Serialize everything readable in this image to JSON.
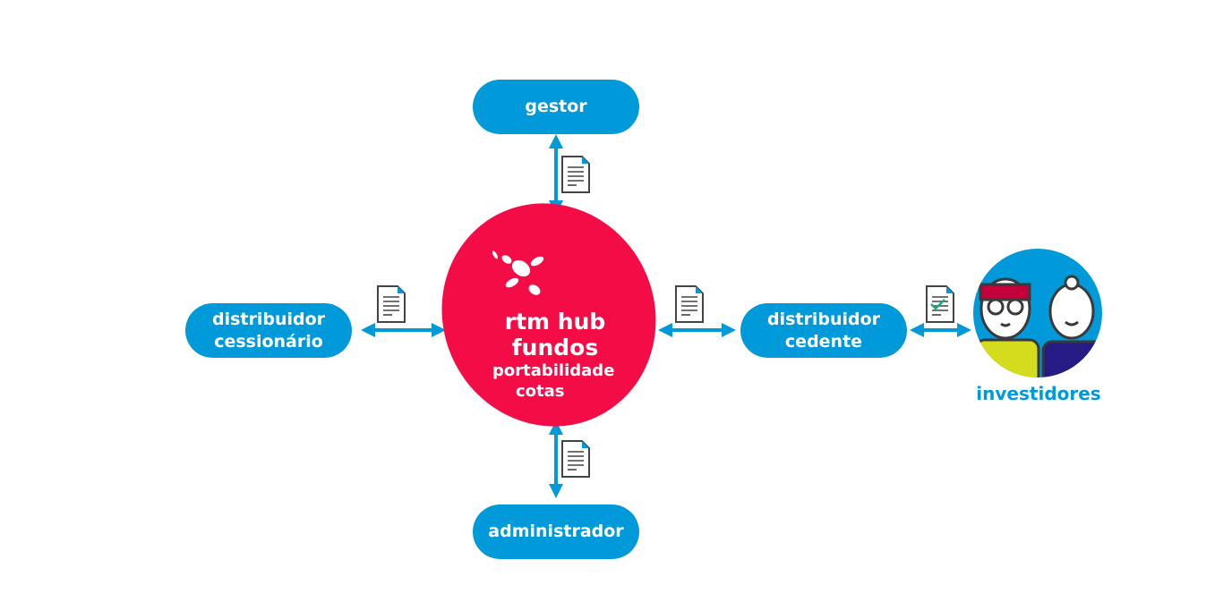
{
  "nodes": {
    "gestor": "gestor",
    "administrador": "administrador",
    "cessionario": [
      "distribuidor",
      "cessionário"
    ],
    "cedente": [
      "distribuidor",
      "cedente"
    ],
    "investidores": "investidores"
  },
  "hub": {
    "title": "rtm hub fundos",
    "subtitle": [
      "portabilidade",
      "cotas"
    ]
  },
  "colors": {
    "blue": "#0099da",
    "red": "#f40c47"
  },
  "icons": [
    "document-icon",
    "document-check-icon",
    "rtm-logo",
    "investors-illustration"
  ]
}
